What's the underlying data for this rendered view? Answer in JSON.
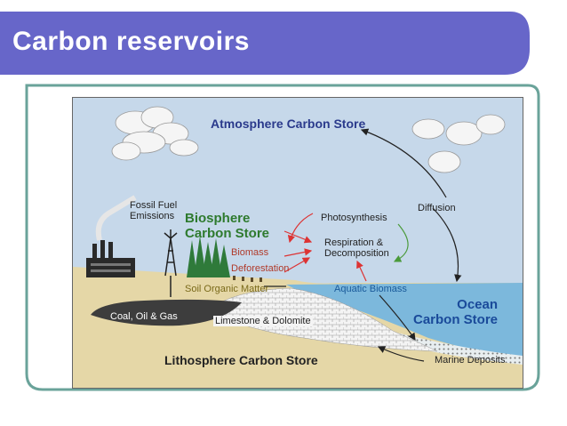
{
  "slide": {
    "title": "Carbon reservoirs",
    "colors": {
      "header": "#6766c9",
      "border": "#6aa39a",
      "sky": "#c6d8ea",
      "ocean": "#7cb8dc",
      "land": "#e5d7a7",
      "rock": "#3d3d3d"
    }
  },
  "diagram": {
    "atmosphere": "Atmosphere Carbon Store",
    "fossil_fuel": "Fossil Fuel\nEmissions",
    "biosphere": "Biosphere\nCarbon Store",
    "biomass": "Biomass",
    "deforestation": "Deforestation",
    "photosynthesis": "Photosynthesis",
    "respiration": "Respiration &\nDecomposition",
    "diffusion": "Diffusion",
    "soil": "Soil Organic Matter",
    "aquatic": "Aquatic Biomass",
    "ocean": "Ocean\nCarbon Store",
    "coal": "Coal, Oil & Gas",
    "limestone": "Limestone & Dolomite",
    "lithosphere": "Lithosphere Carbon Store",
    "marine": "Marine Deposits"
  }
}
